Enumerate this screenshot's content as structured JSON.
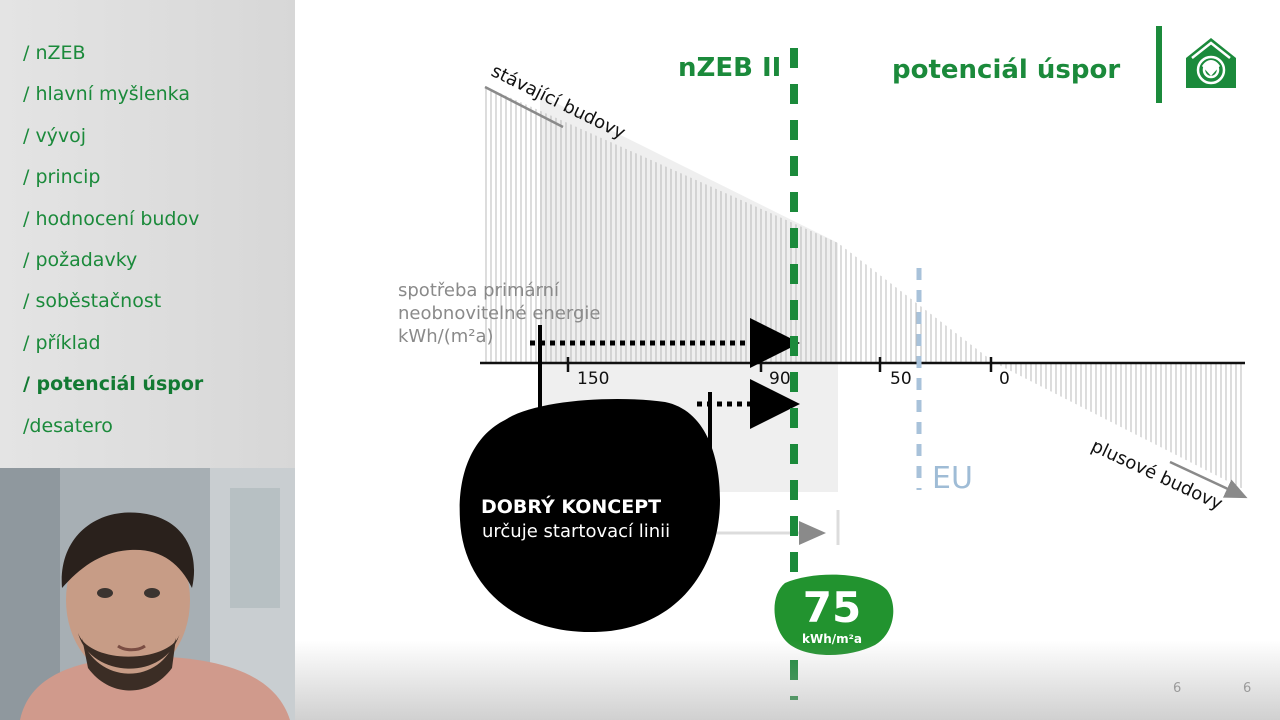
{
  "sidebar": {
    "items": [
      {
        "label": "/ nZEB",
        "active": false
      },
      {
        "label": "/ hlavní myšlenka",
        "active": false
      },
      {
        "label": "/ vývoj",
        "active": false
      },
      {
        "label": "/ princip",
        "active": false
      },
      {
        "label": "/ hodnocení budov",
        "active": false
      },
      {
        "label": "/ požadavky",
        "active": false
      },
      {
        "label": "/ soběstačnost",
        "active": false
      },
      {
        "label": "/ příklad",
        "active": false
      },
      {
        "label": "/ potenciál úspor",
        "active": true
      },
      {
        "label": "/desatero",
        "active": false
      }
    ]
  },
  "slide": {
    "nzeb_label": "nZEB II",
    "title": "potenciál úspor",
    "existing_buildings": "stávající budovy",
    "plus_buildings": "plusové budovy",
    "axis_caption": [
      "spotřeba primární",
      "neobnovitelné energie",
      "kWh/(m²a)"
    ],
    "ticks": [
      "150",
      "90",
      "50",
      "0"
    ],
    "eu_label": "EU",
    "concept_title": "DOBRÝ KONCEPT",
    "concept_subtitle": "určuje startovací linii",
    "badge_value": "75",
    "badge_unit": "kWh/m²a",
    "page_numbers": [
      "6",
      "6"
    ]
  },
  "colors": {
    "brand_green": "#1b8a3b",
    "eu_blue": "#9fbcd6",
    "hatch_gray": "#a9a9a9"
  }
}
